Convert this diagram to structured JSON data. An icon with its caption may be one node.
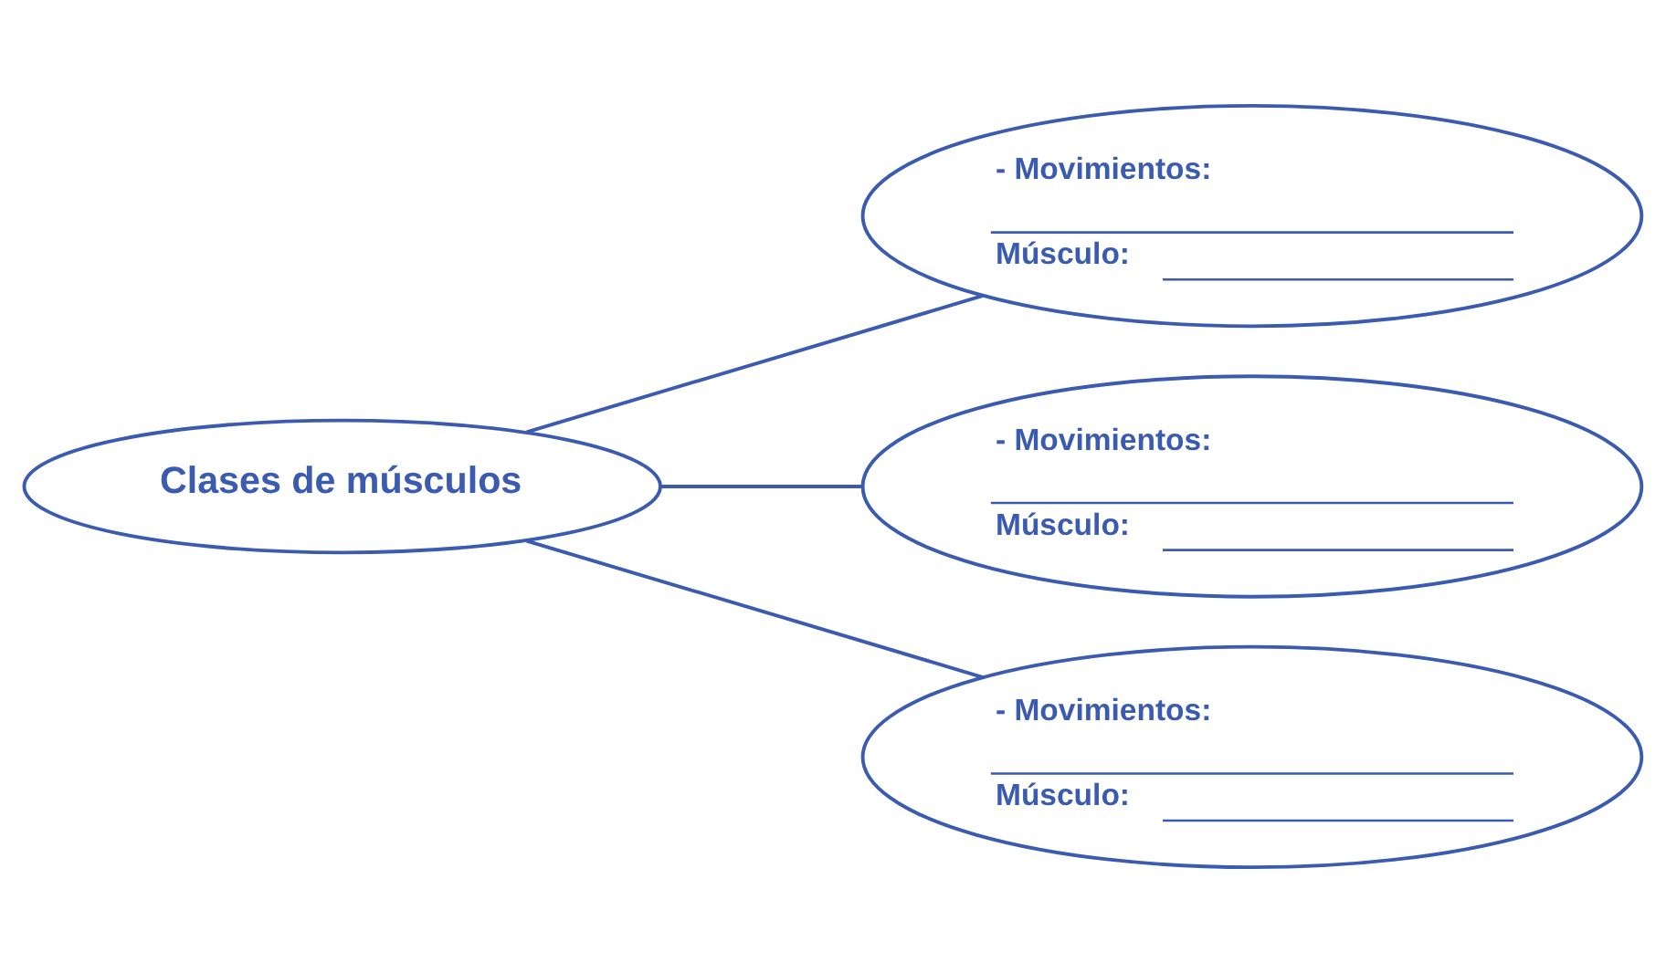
{
  "diagram": {
    "nodes": [
      {
        "text": [
          "Clases de músculos"
        ]
      },
      {
        "text": [
          "- Movimientos:",
          "Músculo:"
        ]
      },
      {
        "text": [
          "- Movimientos:",
          "Músculo:"
        ]
      },
      {
        "text": [
          "- Movimientos:",
          "Músculo:"
        ]
      }
    ],
    "edges": [
      {
        "from": 0,
        "to": 1,
        "arrow": "none"
      },
      {
        "from": 0,
        "to": 2,
        "arrow": "none"
      },
      {
        "from": 0,
        "to": 3,
        "arrow": "none"
      }
    ]
  }
}
